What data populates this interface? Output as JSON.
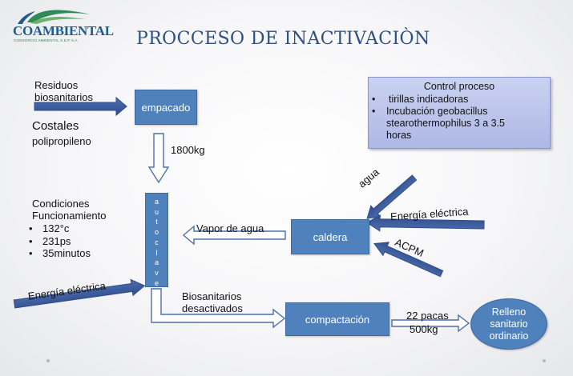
{
  "logo": {
    "name": "COAMBIENTAL",
    "subtitle": "CONSORCIO AMBIENTAL S.E.P S.A.",
    "colors": {
      "blue": "#1f5c8e",
      "green": "#2f8a5a"
    }
  },
  "title": "PROCCESO DE INACTIVACIÒN",
  "inputs": {
    "residuos_line1": "Residuos",
    "residuos_line2": "biosanitarios",
    "costales": "Costales",
    "polipropileno": "polipropileno",
    "weight": "1800kg"
  },
  "boxes": {
    "empacado": "empacado",
    "autoclave": [
      "a",
      "u",
      "t",
      "o",
      "c",
      "l",
      "a",
      "v",
      "e"
    ],
    "caldera": "caldera",
    "compactacion": "compactación",
    "relleno": [
      "Relleno",
      "sanitario",
      "ordinario"
    ]
  },
  "control": {
    "title": "Control proceso",
    "items": [
      [
        "tirillas indicadoras"
      ],
      [
        "Incubación geobacillus",
        "stearothermophilus   3 a 3.5",
        "horas"
      ]
    ]
  },
  "conditions": {
    "title_line1": "Condiciones",
    "title_line2": "Funcionamiento",
    "items": [
      "132°c",
      "231ps",
      "35minutos"
    ]
  },
  "labels": {
    "vapor": "Vapor de agua",
    "agua": "agua",
    "energia_right": "Energía eléctrica",
    "acpm": "ACPM",
    "energia_left": "Energía eléctrica",
    "bio_line1": "Biosanitarios",
    "bio_line2": "desactivados",
    "pacas": "22 pacas",
    "kg500": "500kg"
  },
  "colors": {
    "box_fill": "#4f81bd",
    "arrow_fill": "#ffffff",
    "arrow_stroke": "#4f6fa8",
    "panel_fill": "#b9c3ec",
    "title_color": "#2e4f82"
  }
}
